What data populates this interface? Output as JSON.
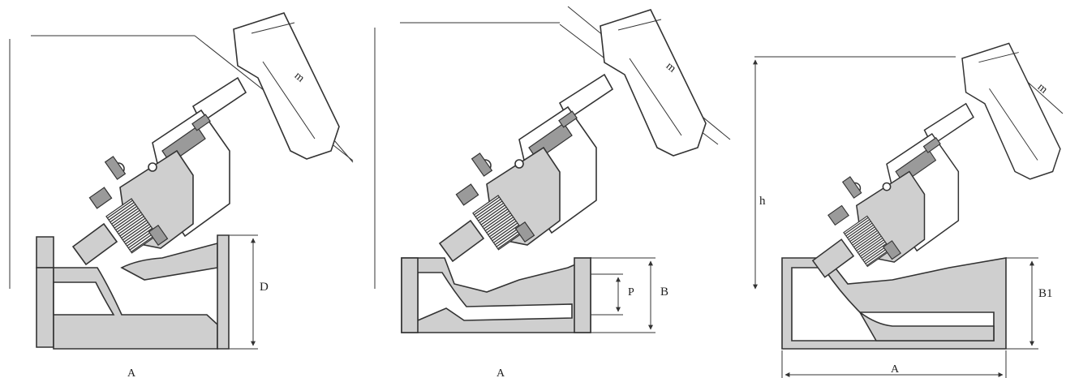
{
  "drawings": [
    {
      "labels": {
        "width": "A",
        "handwheel": "m",
        "flange_diameter": "D"
      }
    },
    {
      "labels": {
        "width": "A",
        "handwheel": "m",
        "port": "P",
        "body_end": "B"
      }
    },
    {
      "labels": {
        "width": "A",
        "handwheel": "m",
        "height": "h",
        "body_end": "B1"
      }
    }
  ]
}
